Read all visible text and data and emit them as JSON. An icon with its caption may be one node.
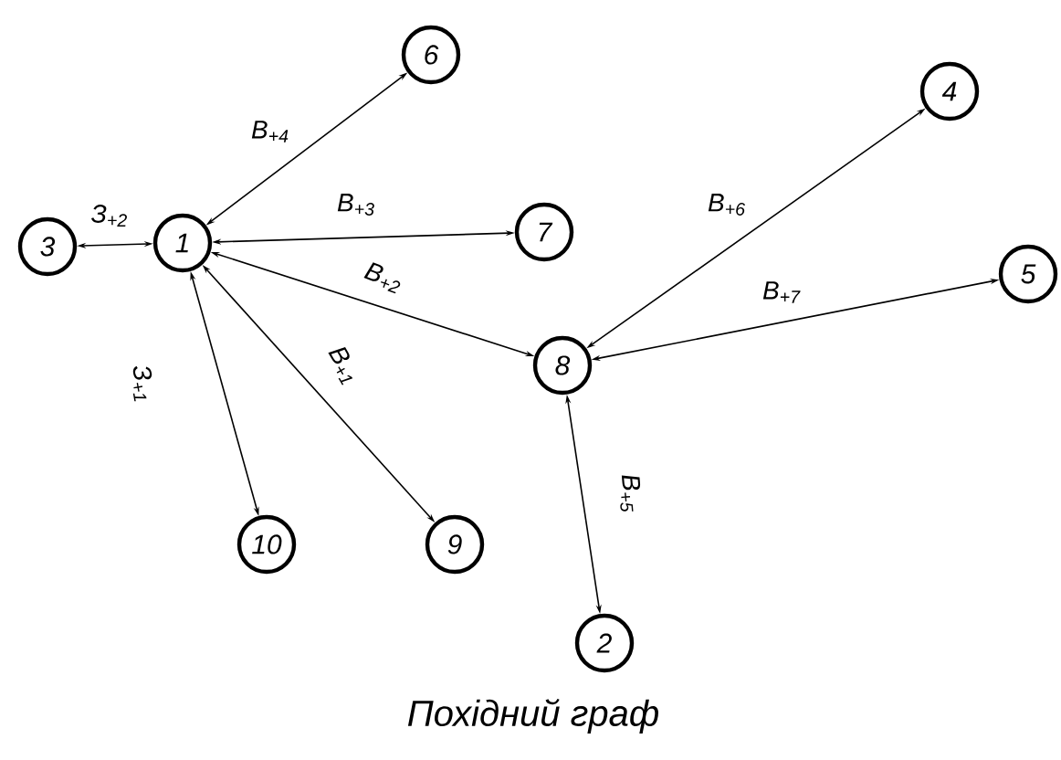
{
  "diagram": {
    "caption": "Похідний граф",
    "nodes": [
      {
        "text": [
          "6"
        ]
      },
      {
        "text": [
          "4"
        ]
      },
      {
        "text": [
          "3"
        ]
      },
      {
        "text": [
          "1"
        ]
      },
      {
        "text": [
          "7"
        ]
      },
      {
        "text": [
          "5"
        ]
      },
      {
        "text": [
          "8"
        ]
      },
      {
        "text": [
          "10"
        ]
      },
      {
        "text": [
          "9"
        ]
      },
      {
        "text": [
          "2"
        ]
      }
    ],
    "edges": [
      {
        "from": 3,
        "to": 0,
        "arrow": "both",
        "label": "B$_{+4}$"
      },
      {
        "from": 3,
        "to": 2,
        "arrow": "both",
        "label": "З$_{+2}$"
      },
      {
        "from": 3,
        "to": 4,
        "arrow": "both",
        "label": "B$_{+3}$"
      },
      {
        "from": 3,
        "to": 6,
        "arrow": "both",
        "label": "B$_{+2}$"
      },
      {
        "from": 3,
        "to": 7,
        "arrow": "both",
        "label": "З$_{+1}$"
      },
      {
        "from": 3,
        "to": 8,
        "arrow": "both",
        "label": "B$_{+1}$"
      },
      {
        "from": 6,
        "to": 1,
        "arrow": "both",
        "label": "B$_{+6}$"
      },
      {
        "from": 6,
        "to": 5,
        "arrow": "both",
        "label": "B$_{+7}$"
      },
      {
        "from": 6,
        "to": 9,
        "arrow": "both",
        "label": "B$_{+5}$"
      }
    ]
  }
}
